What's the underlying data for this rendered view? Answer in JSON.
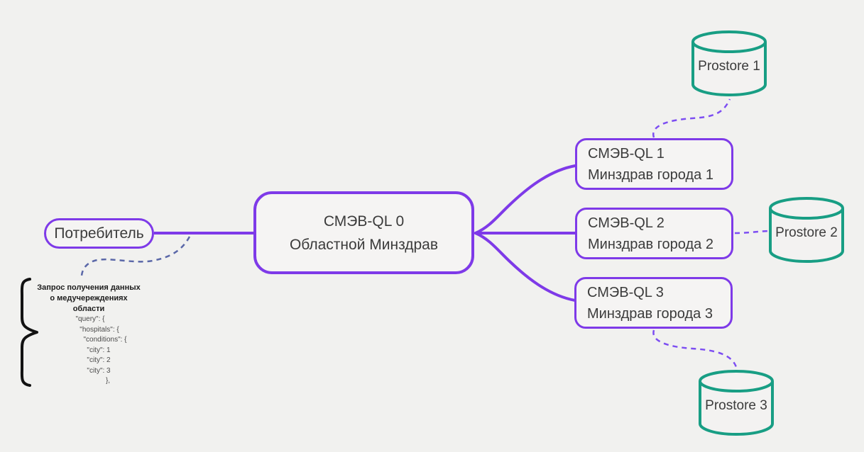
{
  "diagram": {
    "consumer": {
      "label": "Потребитель"
    },
    "central": {
      "line1": "СМЭВ-QL 0",
      "line2": "Областной Минздрав"
    },
    "city_nodes": [
      {
        "line1": "СМЭВ-QL 1",
        "line2": "Минздрав города 1"
      },
      {
        "line1": "СМЭВ-QL 2",
        "line2": "Минздрав города 2"
      },
      {
        "line1": "СМЭВ-QL 3",
        "line2": "Минздрав города 3"
      }
    ],
    "datastores": [
      {
        "label": "Prostore 1"
      },
      {
        "label": "Prostore 2"
      },
      {
        "label": "Prostore 3"
      }
    ],
    "annotation": {
      "title_lines": [
        "Запрос получения данных",
        "о медучереждениях",
        "области"
      ],
      "code_lines": [
        "\"query\": {",
        "\"hospitals\": {",
        "\"conditions\": {",
        "\"city\": 1",
        "\"city\": 2",
        "\"city\": 3",
        "},"
      ]
    },
    "colors": {
      "node_border": "#7e3ae8",
      "solid_edge": "#7e3ae8",
      "datastore_border": "#189e84",
      "dashed_edge_purple": "#7d4ef2",
      "dashed_edge_slate": "#5b68a8",
      "background": "#f1f1ef",
      "node_text": "#3b3b3b"
    }
  }
}
